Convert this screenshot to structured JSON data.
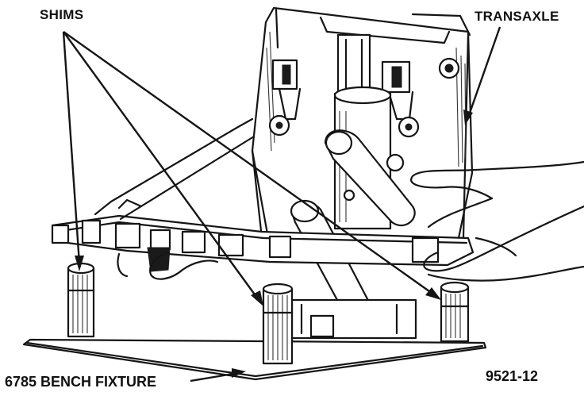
{
  "labels": {
    "shims": "SHIMS",
    "transaxle": "TRANSAXLE",
    "bench_fixture": "6785 BENCH FIXTURE",
    "figure_ref": "9521-12"
  },
  "colors": {
    "ink": "#151515",
    "paper": "#ffffff"
  }
}
